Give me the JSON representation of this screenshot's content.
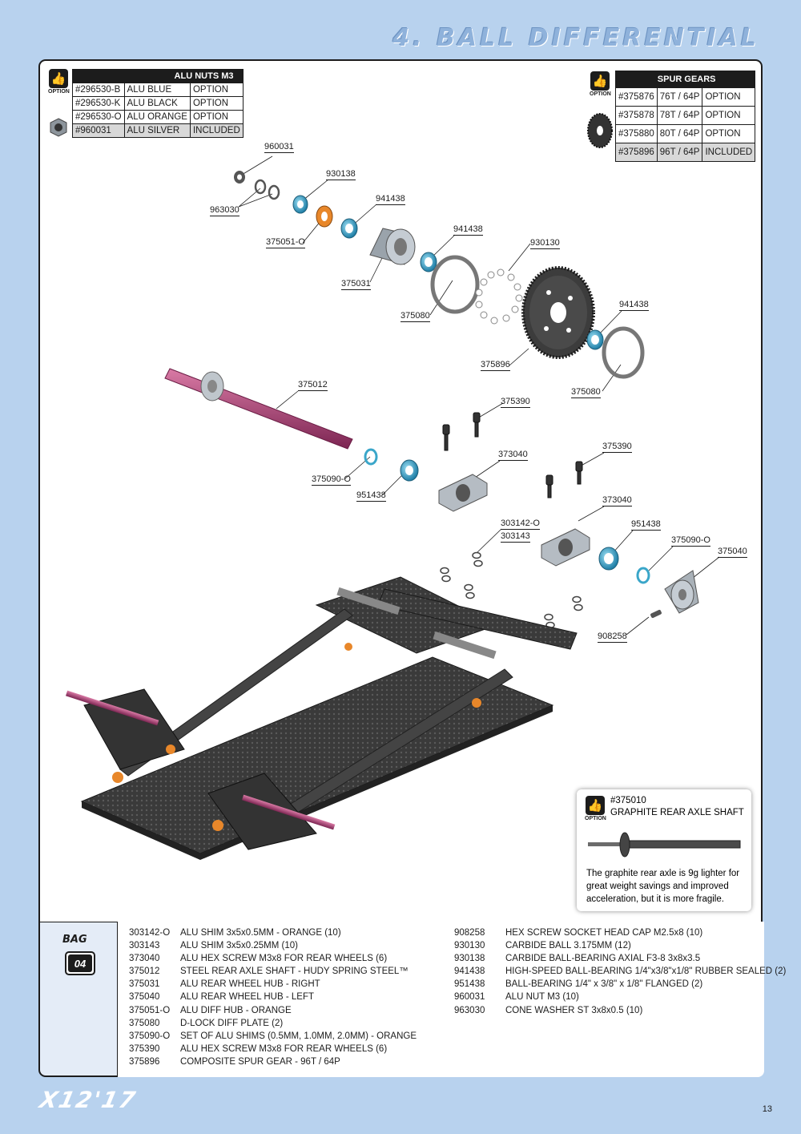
{
  "page": {
    "title": "4. BALL DIFFERENTIAL",
    "number": "13",
    "logo": "X12'17"
  },
  "option_label": "OPTION",
  "alu_nuts": {
    "header": "ALU NUTS M3",
    "rows": [
      [
        "#296530-B",
        "ALU BLUE",
        "OPTION"
      ],
      [
        "#296530-K",
        "ALU BLACK",
        "OPTION"
      ],
      [
        "#296530-O",
        "ALU ORANGE",
        "OPTION"
      ],
      [
        "#960031",
        "ALU SILVER",
        "INCLUDED"
      ]
    ]
  },
  "spur_gears": {
    "header": "SPUR GEARS",
    "rows": [
      [
        "#375876",
        "76T / 64P",
        "OPTION"
      ],
      [
        "#375878",
        "78T / 64P",
        "OPTION"
      ],
      [
        "#375880",
        "80T / 64P",
        "OPTION"
      ],
      [
        "#375896",
        "96T / 64P",
        "INCLUDED"
      ]
    ]
  },
  "callouts": {
    "c960031": "960031",
    "c930138": "930138",
    "c963030": "963030",
    "c941438a": "941438",
    "c375051": "375051-O",
    "c941438b": "941438",
    "c375031": "375031",
    "c930130": "930130",
    "c375080a": "375080",
    "c941438c": "941438",
    "c375896": "375896",
    "c375080b": "375080",
    "c375012": "375012",
    "c375390a": "375390",
    "c375090a": "375090-O",
    "c373040a": "373040",
    "c951438a": "951438",
    "c375390b": "375390",
    "c373040b": "373040",
    "c303142": "303142-O",
    "c303143": "303143",
    "c951438b": "951438",
    "c375090b": "375090-O",
    "c375040": "375040",
    "c908258": "908258"
  },
  "inset": {
    "code": "#375010",
    "name": "GRAPHITE REAR AXLE SHAFT",
    "desc": "The graphite rear axle is 9g lighter for great weight savings and improved acceleration, but it is more fragile."
  },
  "bag": {
    "label": "BAG",
    "number": "04"
  },
  "parts_left": [
    [
      "303142-O",
      "ALU SHIM 3x5x0.5MM - ORANGE (10)"
    ],
    [
      "303143",
      "ALU SHIM 3x5x0.25MM (10)"
    ],
    [
      "373040",
      "ALU HEX SCREW M3x8 FOR REAR WHEELS (6)"
    ],
    [
      "375012",
      "STEEL REAR AXLE SHAFT - HUDY SPRING STEEL™"
    ],
    [
      "375031",
      "ALU REAR WHEEL HUB - RIGHT"
    ],
    [
      "375040",
      "ALU REAR WHEEL HUB - LEFT"
    ],
    [
      "375051-O",
      "ALU DIFF HUB - ORANGE"
    ],
    [
      "375080",
      "D-LOCK DIFF PLATE (2)"
    ],
    [
      "375090-O",
      "SET OF ALU SHIMS (0.5MM, 1.0MM, 2.0MM) - ORANGE"
    ],
    [
      "375390",
      "ALU HEX SCREW M3x8 FOR REAR WHEELS (6)"
    ],
    [
      "375896",
      "COMPOSITE SPUR GEAR - 96T / 64P"
    ]
  ],
  "parts_right": [
    [
      "908258",
      "HEX SCREW SOCKET HEAD CAP M2.5x8  (10)"
    ],
    [
      "930130",
      "CARBIDE BALL 3.175MM  (12)"
    ],
    [
      "930138",
      "CARBIDE BALL-BEARING AXIAL F3-8 3x8x3.5"
    ],
    [
      "941438",
      "HIGH-SPEED BALL-BEARING 1/4\"x3/8\"x1/8\"  RUBBER SEALED (2)"
    ],
    [
      "951438",
      "BALL-BEARING 1/4\" x 3/8\" x 1/8\" FLANGED  (2)"
    ],
    [
      "960031",
      "ALU NUT M3 (10)"
    ],
    [
      "963030",
      "CONE WASHER ST 3x8x0.5  (10)"
    ]
  ],
  "colors": {
    "background": "#b8d2ee",
    "accent_blue": "#3aa6c9",
    "orange": "#e8872a",
    "axle": "#b0487a",
    "carbon": "#3c3c3c"
  }
}
